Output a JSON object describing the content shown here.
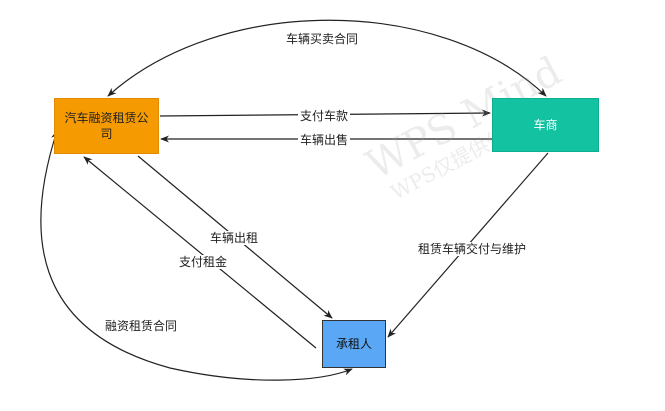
{
  "nodes": {
    "company": "汽车融资租赁公司",
    "dealer": "车商",
    "lessee": "承租人"
  },
  "edges": {
    "sale_contract": "车辆买卖合同",
    "pay_car": "支付车款",
    "car_sale": "车辆出售",
    "car_rent": "车辆出租",
    "pay_rent": "支付租金",
    "delivery": "租赁车辆交付与维护",
    "lease_contract": "融资租赁合同"
  },
  "watermark": {
    "line1": "WPS Mind",
    "line2": "WPS仅提供作图能力"
  },
  "colors": {
    "company": "#f59a00",
    "dealer": "#12c2a0",
    "lessee": "#5aa8f5",
    "edge": "#222222"
  }
}
